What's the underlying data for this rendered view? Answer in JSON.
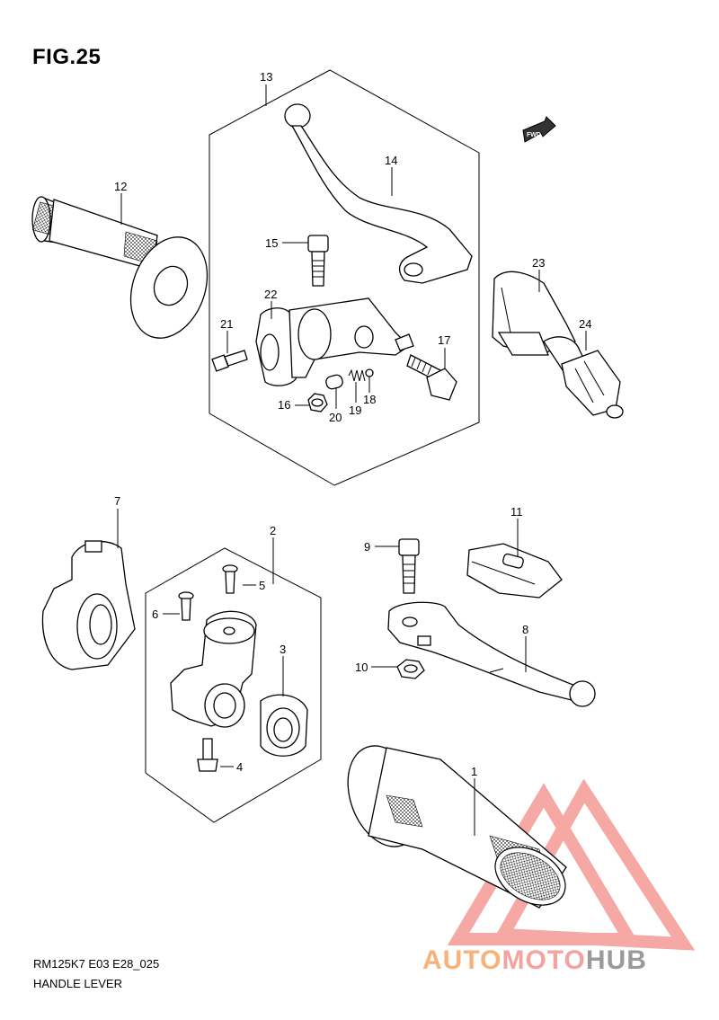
{
  "header": {
    "figure_title": "FIG.25"
  },
  "footer": {
    "model_code": "RM125K7 E03 E28_025",
    "section_name": "HANDLE LEVER"
  },
  "watermark": {
    "brand_part1": "AUTO",
    "brand_part2": "MOTO",
    "brand_part3": "HUB",
    "colors": {
      "auto": "#f7b27a",
      "moto": "#f3a4a0",
      "hub": "#9a9a9a",
      "triangle": "#f28c86"
    }
  },
  "fwd_marker": {
    "label": "FWD"
  },
  "callouts": [
    {
      "id": "c1",
      "label": "1"
    },
    {
      "id": "c2",
      "label": "2"
    },
    {
      "id": "c3",
      "label": "3"
    },
    {
      "id": "c4",
      "label": "4"
    },
    {
      "id": "c5",
      "label": "5"
    },
    {
      "id": "c6",
      "label": "6"
    },
    {
      "id": "c7",
      "label": "7"
    },
    {
      "id": "c8",
      "label": "8"
    },
    {
      "id": "c9",
      "label": "9"
    },
    {
      "id": "c10",
      "label": "10"
    },
    {
      "id": "c11",
      "label": "11"
    },
    {
      "id": "c12",
      "label": "12"
    },
    {
      "id": "c13",
      "label": "13"
    },
    {
      "id": "c14",
      "label": "14"
    },
    {
      "id": "c15",
      "label": "15"
    },
    {
      "id": "c16",
      "label": "16"
    },
    {
      "id": "c17",
      "label": "17"
    },
    {
      "id": "c18",
      "label": "18"
    },
    {
      "id": "c19",
      "label": "19"
    },
    {
      "id": "c20",
      "label": "20"
    },
    {
      "id": "c21",
      "label": "21"
    },
    {
      "id": "c22",
      "label": "22"
    },
    {
      "id": "c23",
      "label": "23"
    },
    {
      "id": "c24",
      "label": "24"
    }
  ]
}
